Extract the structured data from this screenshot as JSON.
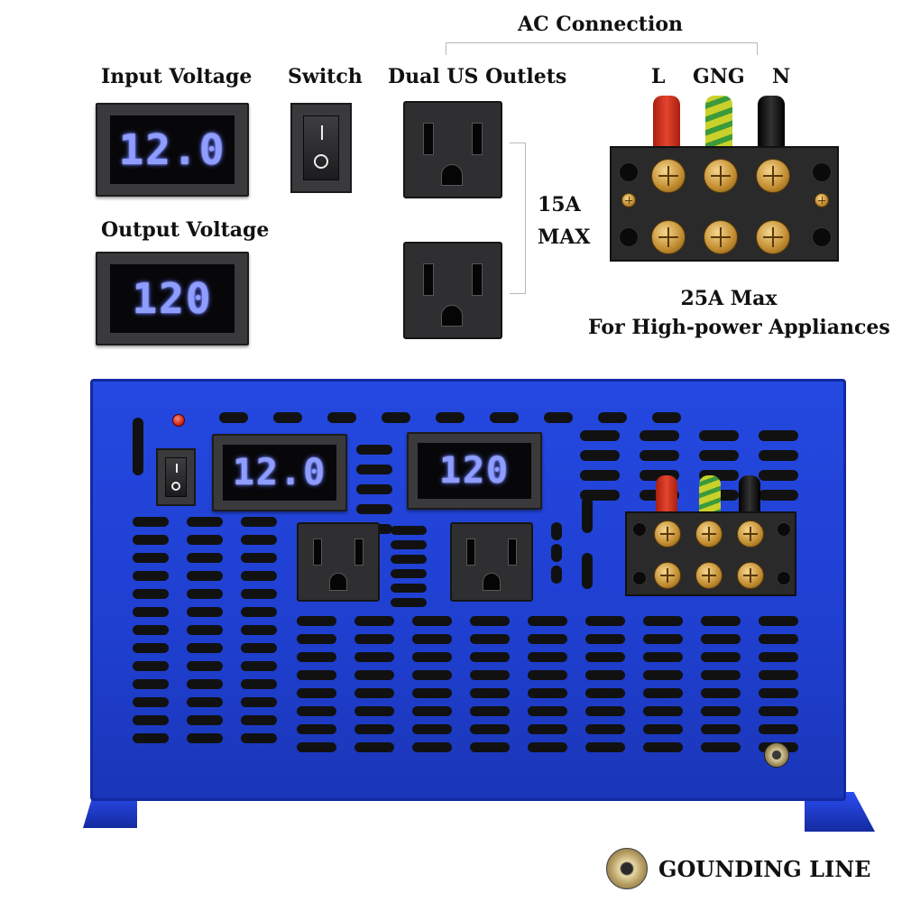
{
  "labels": {
    "input_voltage": "Input Voltage",
    "switch": "Switch",
    "dual_outlets": "Dual US Outlets",
    "ac_connection": "AC Connection",
    "output_voltage": "Output Voltage",
    "terminal_l": "L",
    "terminal_gng": "GNG",
    "terminal_n": "N",
    "outlet_rating_line1": "15A",
    "outlet_rating_line2": "MAX",
    "terminal_rating_line1": "25A Max",
    "terminal_rating_line2": "For High-power Appliances",
    "grounding": "GOUNDING LINE"
  },
  "meters": {
    "input_reading": "12.0",
    "output_reading": "120"
  },
  "colors": {
    "chassis": "#2448e0",
    "lcd_digits": "#8f9dff",
    "lug_l": "#d8321f",
    "lug_gng": "#c9d12a",
    "lug_n": "#151515"
  }
}
